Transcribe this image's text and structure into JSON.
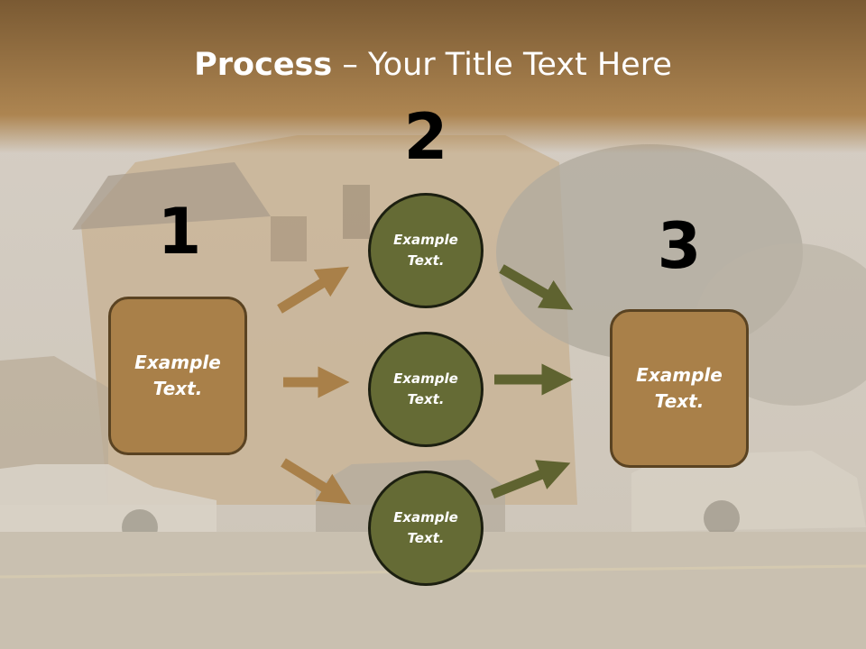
{
  "title": {
    "bold": "Process",
    "rest": " – Your Title Text Here"
  },
  "numbers": [
    "1",
    "2",
    "3"
  ],
  "left_box": {
    "text": "Example Text."
  },
  "right_box": {
    "text": "Example Text."
  },
  "circles": [
    {
      "text": "Example Text."
    },
    {
      "text": "Example Text."
    },
    {
      "text": "Example Text."
    }
  ],
  "colors": {
    "header": "#7d5a32",
    "box": "#a98049",
    "circle": "#656b35",
    "arrow_tan": "#a98049",
    "arrow_olive": "#5f6330"
  }
}
